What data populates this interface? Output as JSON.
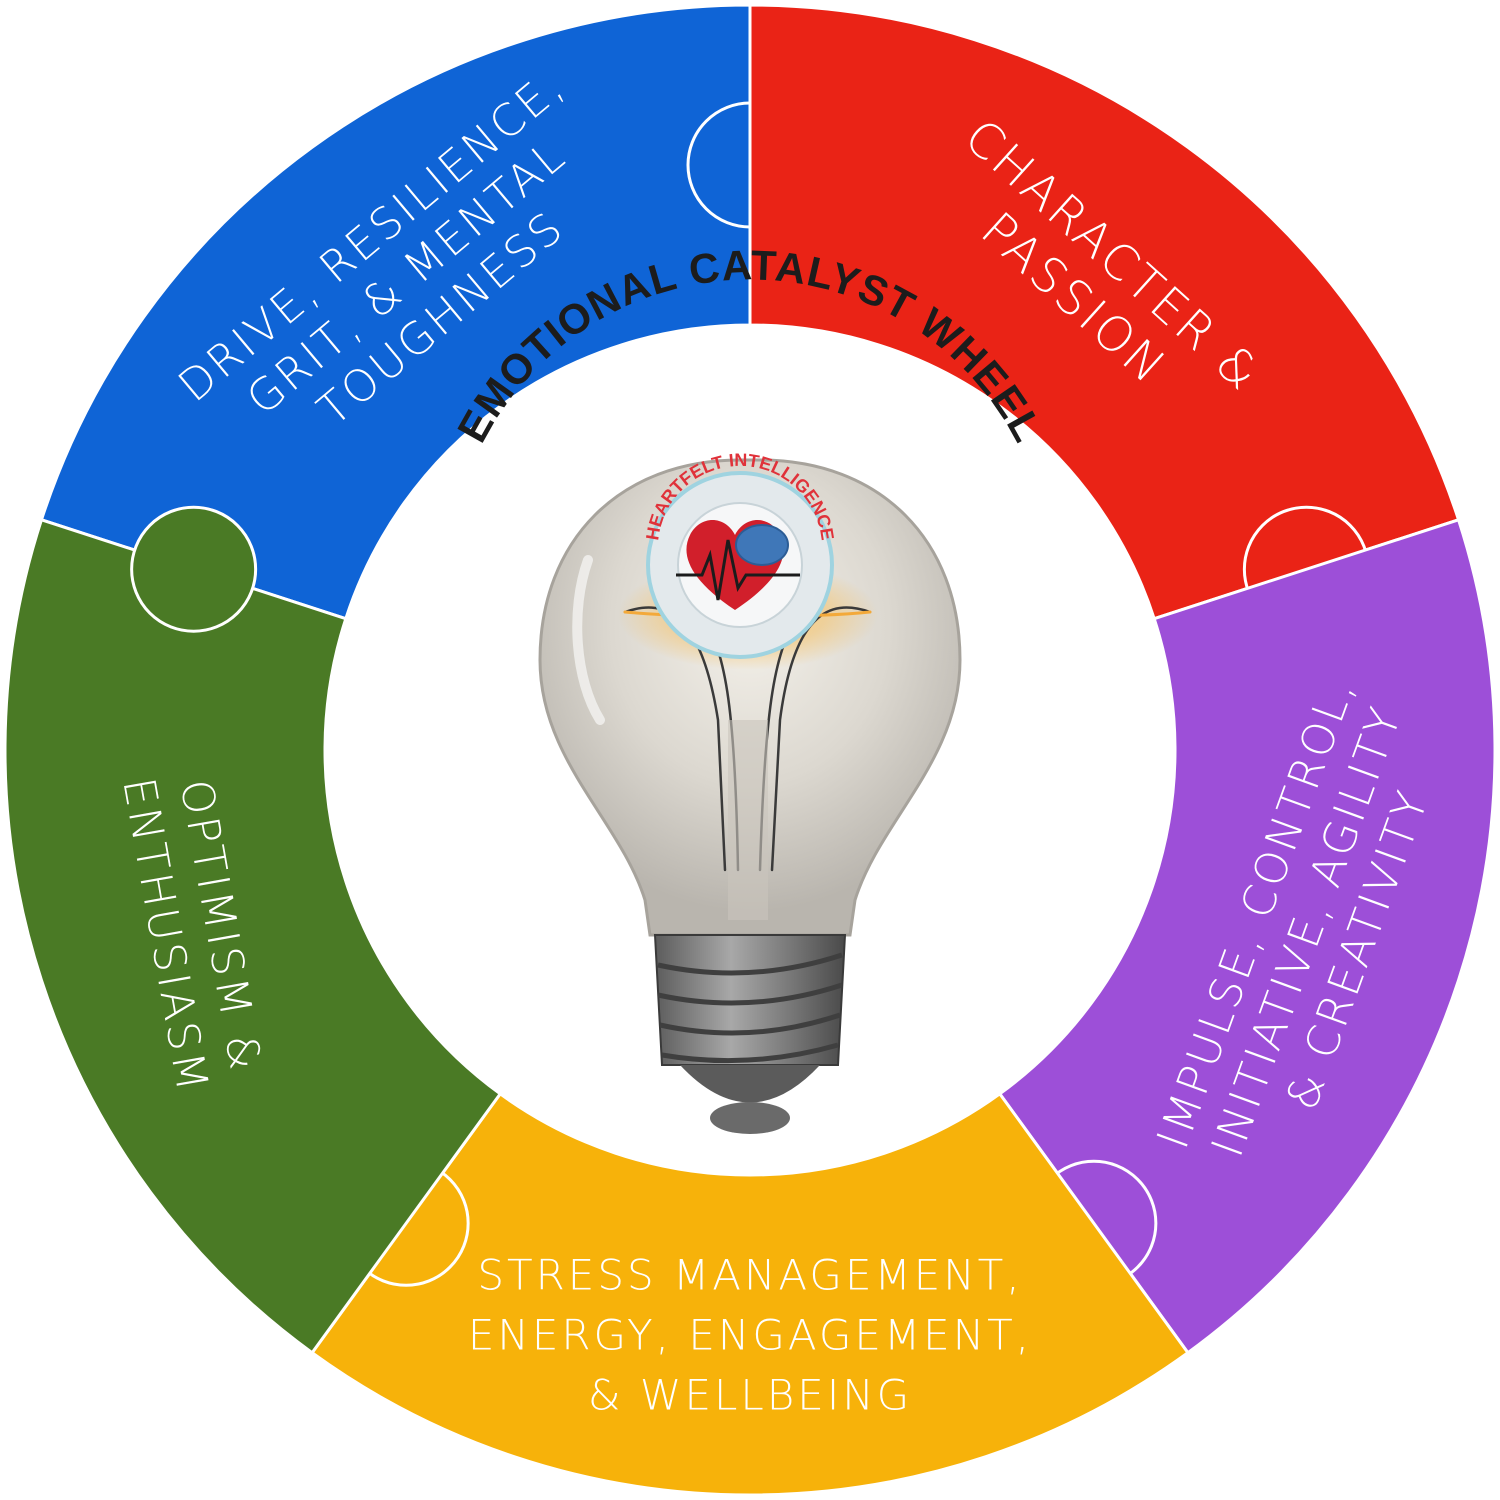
{
  "wheel": {
    "title": "EMOTIONAL CATALYST WHEEL",
    "segments": [
      {
        "id": "drive",
        "lines": [
          "DRIVE, RESILIENCE,",
          "GRIT, & MENTAL",
          "TOUGHNESS"
        ],
        "color": "#0f64d6",
        "color_dark": "#0a4fb0"
      },
      {
        "id": "character",
        "lines": [
          "CHARACTER &",
          "PASSION"
        ],
        "color": "#ea2316",
        "color_dark": "#b8150d"
      },
      {
        "id": "impulse",
        "lines": [
          "IMPULSE, CONTROL,",
          "INITIATIVE, AGILITY",
          "& CREATIVITY"
        ],
        "color": "#9d4fd8",
        "color_dark": "#7a34b4"
      },
      {
        "id": "stress",
        "lines": [
          "STRESS MANAGEMENT,",
          "ENERGY, ENGAGEMENT,",
          "& WELLBEING"
        ],
        "color": "#f7b20a",
        "color_dark": "#d99505"
      },
      {
        "id": "optimism",
        "lines": [
          "OPTIMISM &",
          "ENTHUSIASM"
        ],
        "color": "#4a7a25",
        "color_dark": "#3a5a25"
      }
    ],
    "logo": {
      "text": "HEARTFELT INTELLIGENCE",
      "icons": [
        "heart-icon",
        "brain-icon",
        "heartbeat-icon"
      ]
    },
    "center_icon": "lightbulb-icon"
  }
}
